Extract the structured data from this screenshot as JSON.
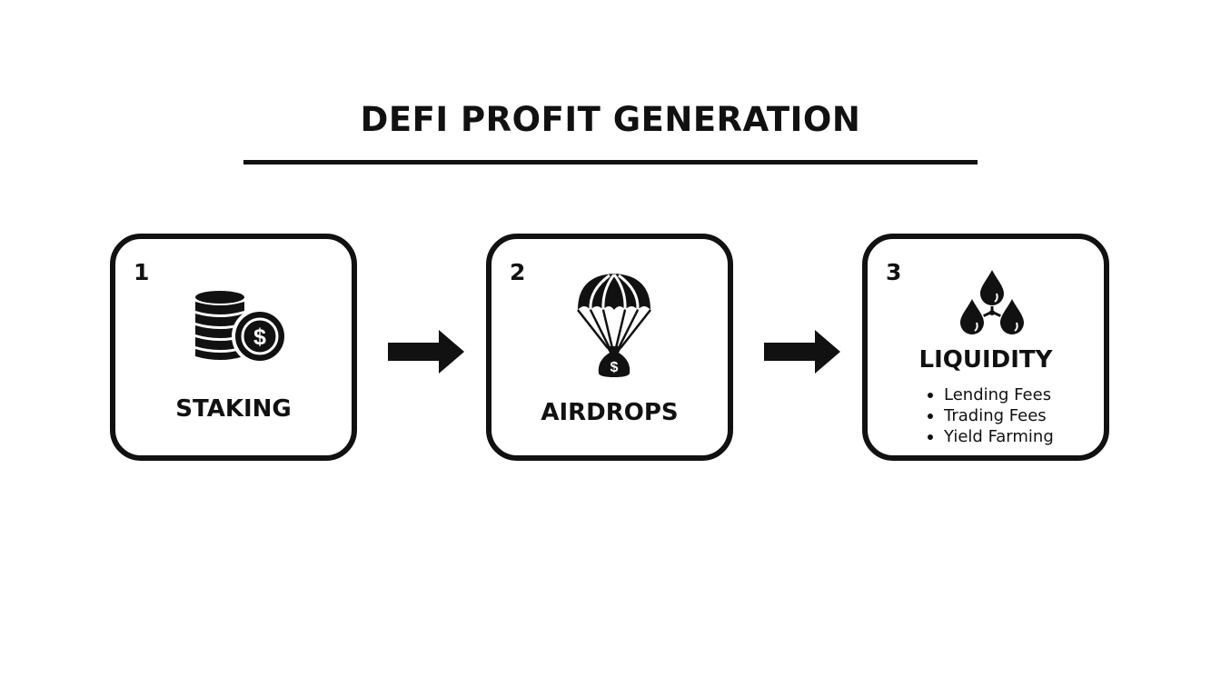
{
  "diagram": {
    "title": "DEFI PROFIT GENERATION",
    "steps": [
      {
        "number": "1",
        "label": "STAKING",
        "icon": "coin-stack-dollar-icon"
      },
      {
        "number": "2",
        "label": "AIRDROPS",
        "icon": "parachute-money-bag-icon"
      },
      {
        "number": "3",
        "label": "LIQUIDITY",
        "icon": "liquidity-drops-icon",
        "bullets": [
          "Lending Fees",
          "Trading Fees",
          "Yield Farming"
        ]
      }
    ],
    "connector_icon": "right-arrow-icon"
  }
}
